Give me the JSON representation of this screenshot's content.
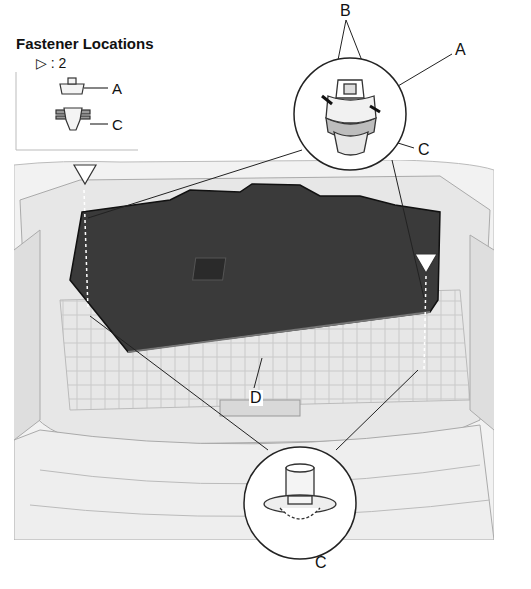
{
  "diagram": {
    "labels": [
      "Fastener Locations",
      "▷ : 2",
      "A",
      "C",
      "B",
      "A",
      "C",
      "D",
      "C"
    ]
  }
}
